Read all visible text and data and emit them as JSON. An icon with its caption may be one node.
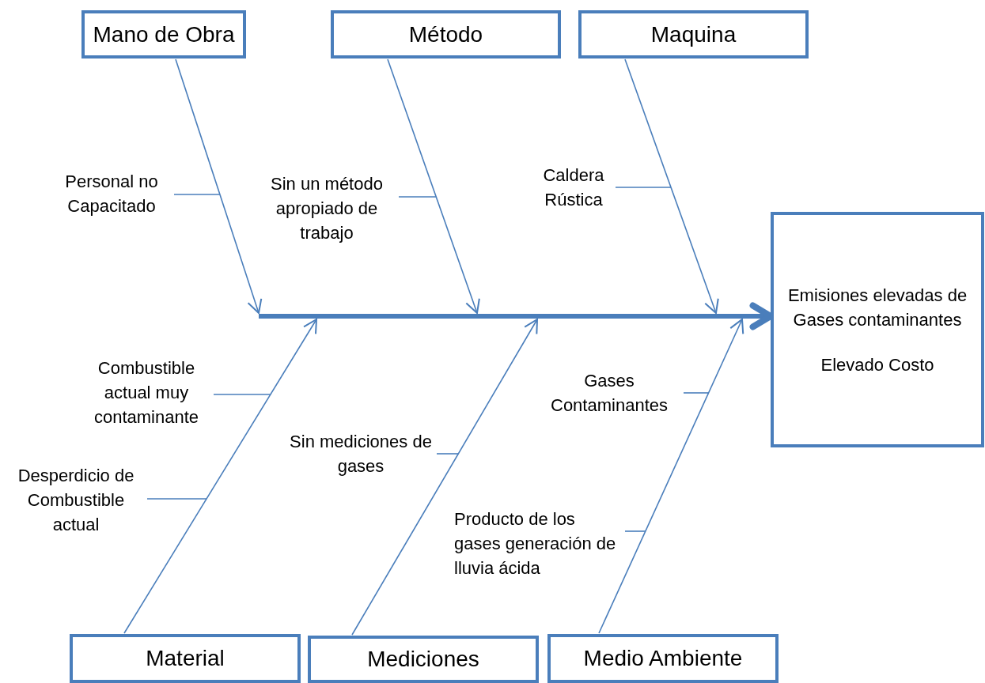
{
  "diagram": {
    "nodes": [
      {
        "text": [
          "Mano de Obra"
        ]
      },
      {
        "text": [
          "Método"
        ]
      },
      {
        "text": [
          "Maquina"
        ]
      },
      {
        "text": [
          "Emisiones elevadas de Gases contaminantes",
          "Elevado Costo"
        ]
      },
      {
        "text": [
          "Material"
        ]
      },
      {
        "text": [
          "Mediciones"
        ]
      },
      {
        "text": [
          "Medio Ambiente"
        ]
      },
      {
        "text": [
          "Personal no Capacitado"
        ]
      },
      {
        "text": [
          "Sin un método apropiado de trabajo"
        ]
      },
      {
        "text": [
          "Caldera Rústica"
        ]
      },
      {
        "text": [
          "Combustible actual muy contaminante"
        ]
      },
      {
        "text": [
          "Desperdicio de Combustible actual"
        ]
      },
      {
        "text": [
          "Sin mediciones de gases"
        ]
      },
      {
        "text": [
          "Gases Contaminantes"
        ]
      },
      {
        "text": [
          "Producto de los gases generación de lluvia ácida"
        ]
      }
    ],
    "edges": [
      {
        "from": null,
        "to": 3,
        "arrow": "to",
        "style": "thick"
      },
      {
        "from": 0,
        "to": null,
        "arrow": "to"
      },
      {
        "from": 1,
        "to": null,
        "arrow": "to"
      },
      {
        "from": 2,
        "to": null,
        "arrow": "to"
      },
      {
        "from": 4,
        "to": null,
        "arrow": "to"
      },
      {
        "from": 5,
        "to": null,
        "arrow": "to"
      },
      {
        "from": 6,
        "to": null,
        "arrow": "to"
      },
      {
        "from": 7,
        "to": null,
        "arrow": "none"
      },
      {
        "from": 8,
        "to": null,
        "arrow": "none"
      },
      {
        "from": 9,
        "to": null,
        "arrow": "none"
      },
      {
        "from": 10,
        "to": null,
        "arrow": "none"
      },
      {
        "from": 11,
        "to": null,
        "arrow": "none"
      },
      {
        "from": 12,
        "to": null,
        "arrow": "none"
      },
      {
        "from": 13,
        "to": null,
        "arrow": "none"
      },
      {
        "from": 14,
        "to": null,
        "arrow": "none"
      }
    ]
  }
}
